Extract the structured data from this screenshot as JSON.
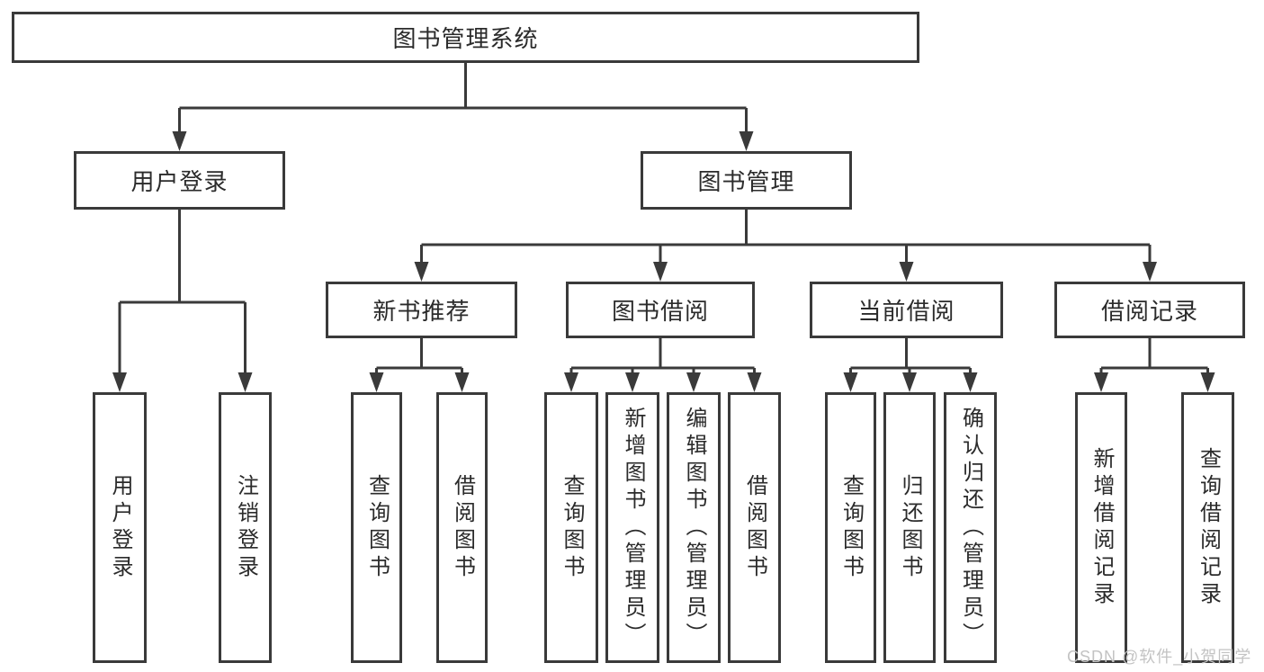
{
  "tree": {
    "root": "图书管理系统",
    "branches": [
      {
        "label": "用户登录",
        "children": [
          "用户登录",
          "注销登录"
        ]
      },
      {
        "label": "图书管理",
        "groups": [
          {
            "label": "新书推荐",
            "children": [
              "查询图书",
              "借阅图书"
            ]
          },
          {
            "label": "图书借阅",
            "children": [
              "查询图书",
              "新增图书（管理员）",
              "编辑图书（管理员）",
              "借阅图书"
            ]
          },
          {
            "label": "当前借阅",
            "children": [
              "查询图书",
              "归还图书",
              "确认归还（管理员）"
            ]
          },
          {
            "label": "借阅记录",
            "children": [
              "新增借阅记录",
              "查询借阅记录"
            ]
          }
        ]
      }
    ]
  },
  "watermark": {
    "text": "CSDN @软件_小贺同学",
    "color": "#c3c3c3"
  },
  "colors": {
    "line": "#3a3a3a",
    "border": "#3a3a3a",
    "text": "#2b2b2b",
    "background": "#ffffff"
  }
}
